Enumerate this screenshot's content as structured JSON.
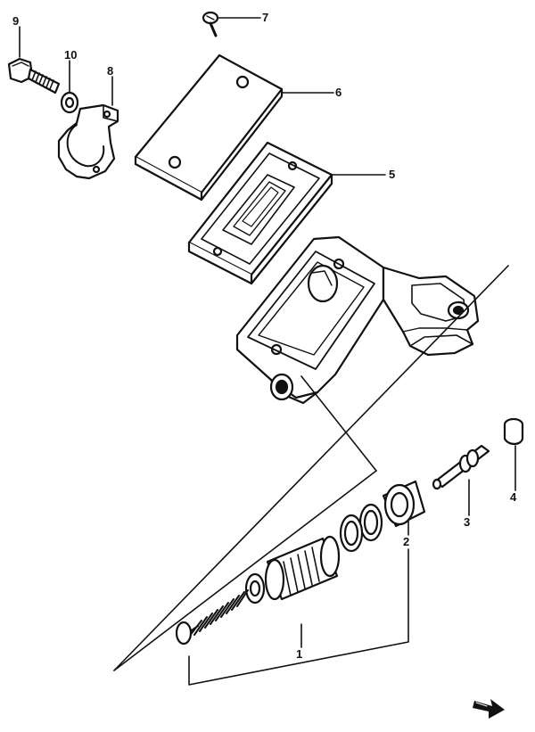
{
  "callouts": {
    "c1": "1",
    "c2": "2",
    "c3": "3",
    "c4": "4",
    "c5": "5",
    "c6": "6",
    "c7": "7",
    "c8": "8",
    "c9": "9",
    "c10": "10"
  },
  "icons": {
    "front_arrow": "front-direction-arrow-icon"
  },
  "colors": {
    "ink": "#111111",
    "paper": "#ffffff"
  }
}
